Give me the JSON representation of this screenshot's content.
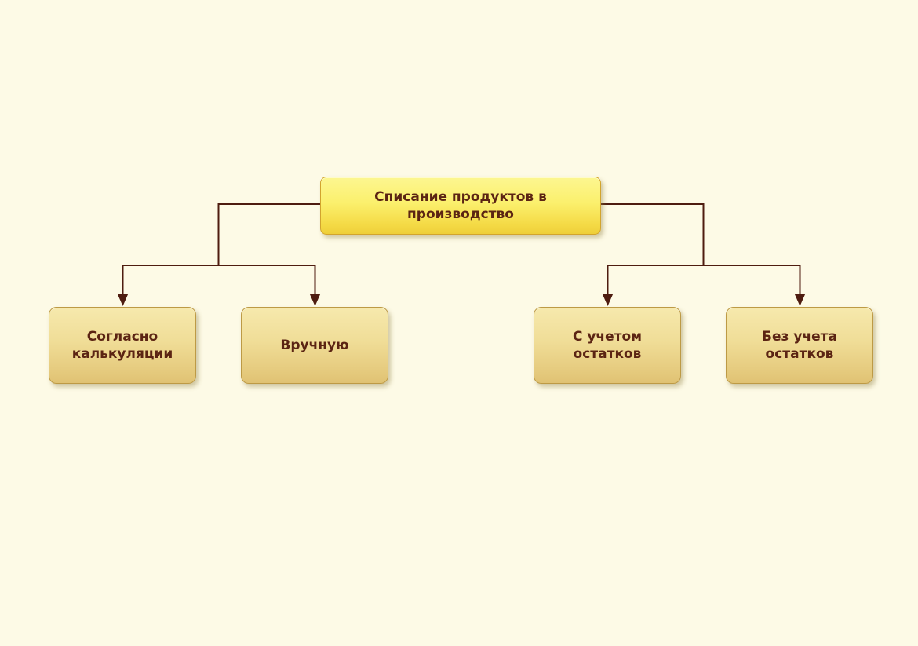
{
  "diagram": {
    "type": "hierarchy-flowchart",
    "background_color": "#fdfae6",
    "connector_color": "#4e1c10",
    "node_text_color": "#5b2413",
    "root_node_colors": {
      "gradient_top": "#fcf690",
      "gradient_bottom": "#eecf3a",
      "border": "#d2a42e"
    },
    "child_node_colors": {
      "gradient_top": "#f6e9ad",
      "gradient_bottom": "#e0c273",
      "border": "#bd9a45"
    },
    "root": {
      "id": "spisanie-produktov",
      "label": "Списание продуктов в\nпроизводство"
    },
    "children": [
      {
        "id": "soglasno-kalkulyacii",
        "label": "Согласно\nкалькуляции",
        "parent": "spisanie-produktov"
      },
      {
        "id": "vruchnuyu",
        "label": "Вручную",
        "parent": "spisanie-produktov"
      },
      {
        "id": "s-uchetom-ostatkov",
        "label": "С учетом\nостатков",
        "parent": "spisanie-produktov"
      },
      {
        "id": "bez-ucheta-ostatkov",
        "label": "Без учета\nостатков",
        "parent": "spisanie-produktov"
      }
    ]
  }
}
